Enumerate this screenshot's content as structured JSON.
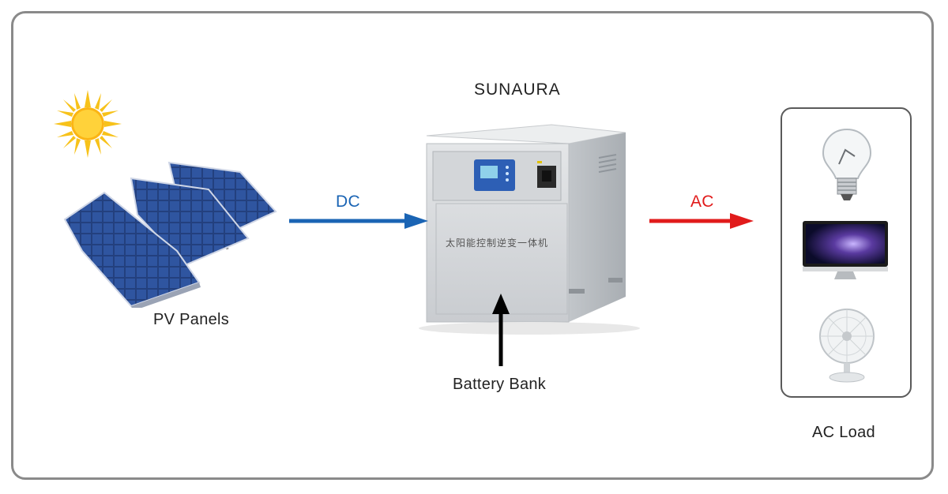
{
  "labels": {
    "brand": "SUNAURA",
    "pv_panels": "PV Panels",
    "battery_bank": "Battery Bank",
    "ac_load": "AC Load",
    "dc": "DC",
    "ac": "AC",
    "machine_caption": "太阳能控制逆变一体机"
  },
  "colors": {
    "dc_arrow": "#1a64b4",
    "ac_arrow": "#e11b1b",
    "battery_arrow": "#000000",
    "frame_border": "#8a8a8a",
    "dc_label": "#1a64b4",
    "ac_label": "#e11b1b"
  },
  "icons": {
    "sun": "sun-icon",
    "panels": "solar-panel-icon",
    "inverter": "inverter-unit-icon",
    "bulb": "light-bulb-icon",
    "monitor": "monitor-icon",
    "fan": "desk-fan-icon"
  }
}
